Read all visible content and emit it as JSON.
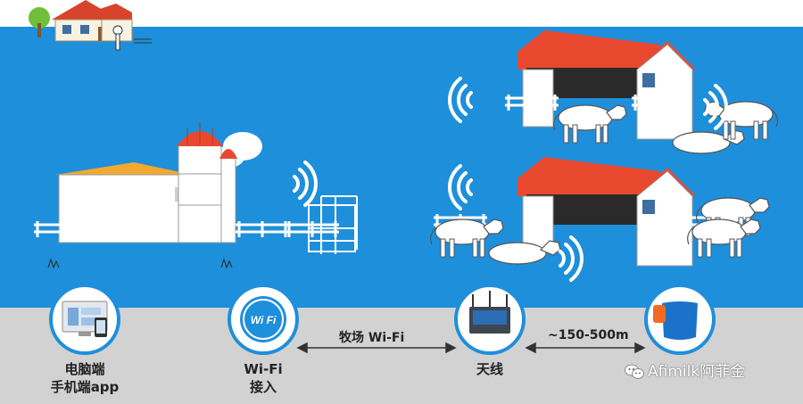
{
  "nodes": {
    "pc": {
      "line1": "电脑端",
      "line2": "手机端app"
    },
    "wifi": {
      "line1": "Wi-Fi",
      "line2": "接入",
      "icon_text": "Wi Fi"
    },
    "antenna": {
      "label": "天线"
    }
  },
  "links": {
    "wifi_to_antenna": "牧场 Wi-Fi",
    "antenna_to_sensor": "~150-500m"
  },
  "watermark": "Afimilk阿菲金",
  "colors": {
    "sky": "#1e8fdb",
    "ground": "#d2d2d2",
    "roof": "#e8492e",
    "circle_border": "#1e8fdb",
    "sensor": "#1a73c9"
  }
}
